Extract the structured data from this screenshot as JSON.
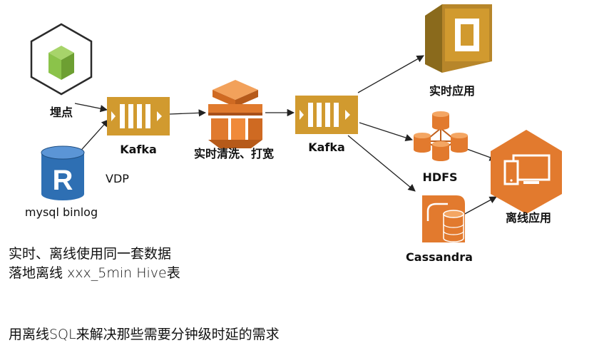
{
  "colors": {
    "kafka": "#d19a2f",
    "kafka_dark": "#8a6a1c",
    "etl": "#e07a2e",
    "realtime_app": "#b7862a",
    "hdfs": "#e27a2e",
    "cassandra": "#e27a2e",
    "offline_app": "#e27a2e",
    "mysql": "#2e6fb3",
    "tracking_cube": "#8bc34a",
    "arrow": "#222222"
  },
  "icons": {
    "tracking": "cube-icon",
    "mysql": "database-r-icon",
    "kafka": "queue-icon",
    "etl": "stacked-layers-icon",
    "realtime_app": "column-icon",
    "hdfs": "cluster-icon",
    "cassandra": "database-icon",
    "offline_app": "devices-icon"
  },
  "nodes": {
    "tracking": "埋点",
    "mysql": "mysql binlog",
    "vdp": "VDP",
    "kafka1": "Kafka",
    "etl": "实时清洗、打宽",
    "kafka2": "Kafka",
    "realtime_app": "实时应用",
    "hdfs": "HDFS",
    "cassandra": "Cassandra",
    "offline_app": "离线应用"
  },
  "notes": {
    "line1": "实时、离线使用同一套数据",
    "line2": "落地离线 xxx_5min Hive表",
    "line3": "用离线SQL来解决那些需要分钟级时延的需求"
  }
}
